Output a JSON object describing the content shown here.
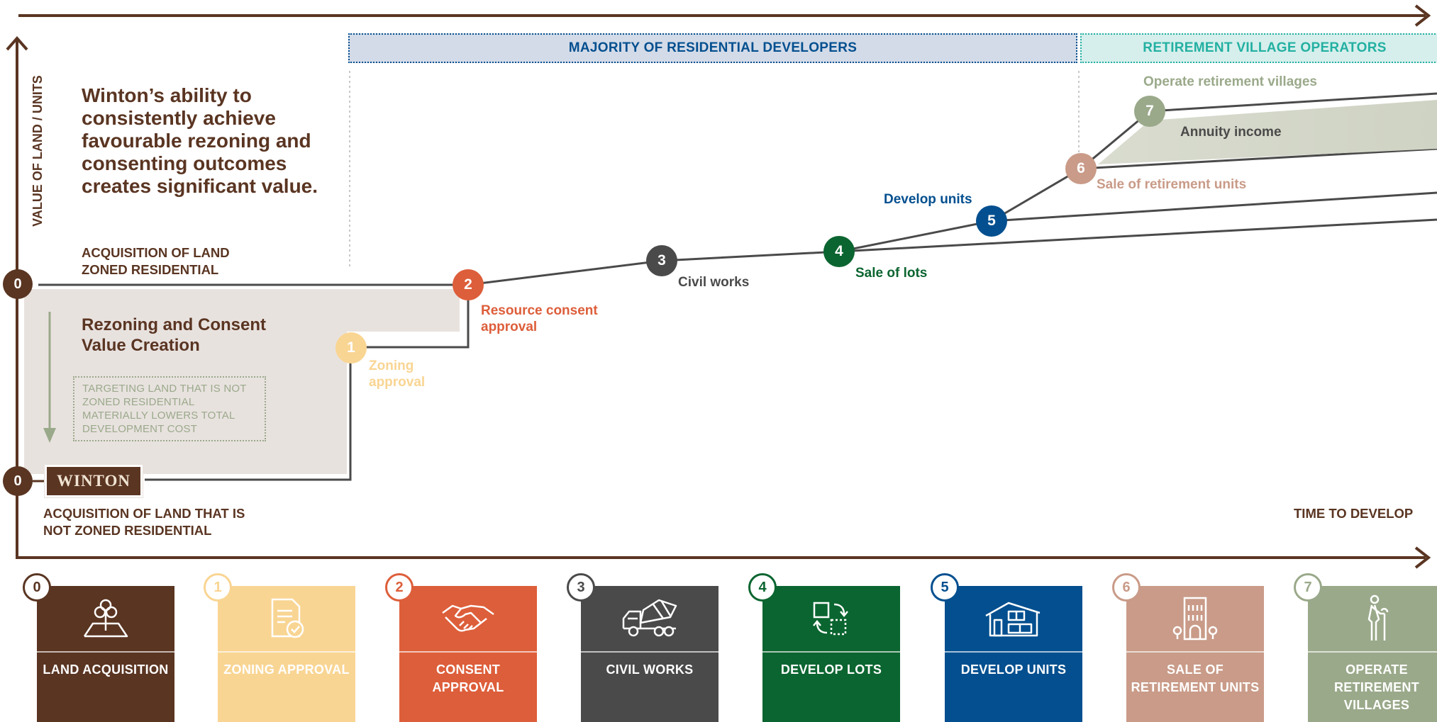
{
  "headline": "Winton’s ability to consistently achieve favourable rezoning and consenting outcomes creates significant value.",
  "y_axis_label": "VALUE OF LAND / UNITS",
  "x_axis_label": "TIME TO DEVELOP",
  "banners": {
    "residential": "MAJORITY OF RESIDENTIAL DEVELOPERS",
    "retirement": "RETIREMENT VILLAGE OPERATORS"
  },
  "acquisition_zoned": "ACQUISITION OF LAND ZONED RESIDENTIAL",
  "acquisition_not_zoned": "ACQUISITION OF LAND THAT IS NOT ZONED RESIDENTIAL",
  "value_creation": "Rezoning and Consent Value Creation",
  "targeting_note": "TARGETING LAND THAT IS NOT ZONED RESIDENTIAL MATERIALLY LOWERS TOTAL DEVELOPMENT COST",
  "logo_text": "WINTON",
  "zero_label": "0",
  "annuity_label": "Annuity income",
  "colors": {
    "brown": "#5a3522",
    "yellow": "#f9d593",
    "orange": "#dd5e3a",
    "grey": "#4a4a4a",
    "green": "#0b6530",
    "blue": "#034f8f",
    "pink": "#c99b88",
    "sage": "#9aa98a",
    "teal": "#23b0a2"
  },
  "steps": [
    {
      "num": "1",
      "label": "Zoning approval",
      "card": "ZONING APPROVAL",
      "icon": "document-check-icon"
    },
    {
      "num": "2",
      "label": "Resource consent approval",
      "card": "CONSENT APPROVAL",
      "icon": "handshake-icon"
    },
    {
      "num": "3",
      "label": "Civil works",
      "card": "CIVIL WORKS",
      "icon": "cement-mixer-icon"
    },
    {
      "num": "4",
      "label": "Sale of lots",
      "card": "DEVELOP LOTS",
      "icon": "lots-icon"
    },
    {
      "num": "5",
      "label": "Develop units",
      "card": "DEVELOP UNITS",
      "icon": "house-icon"
    },
    {
      "num": "6",
      "label": "Sale of retirement units",
      "card": "SALE OF RETIREMENT UNITS",
      "icon": "apartment-building-icon"
    },
    {
      "num": "7",
      "label": "Operate retirement villages",
      "card": "OPERATE RETIREMENT VILLAGES",
      "icon": "elderly-person-icon"
    }
  ],
  "land_card": {
    "num": "0",
    "card": "LAND ACQUISITION",
    "icon": "land-tree-icon"
  }
}
